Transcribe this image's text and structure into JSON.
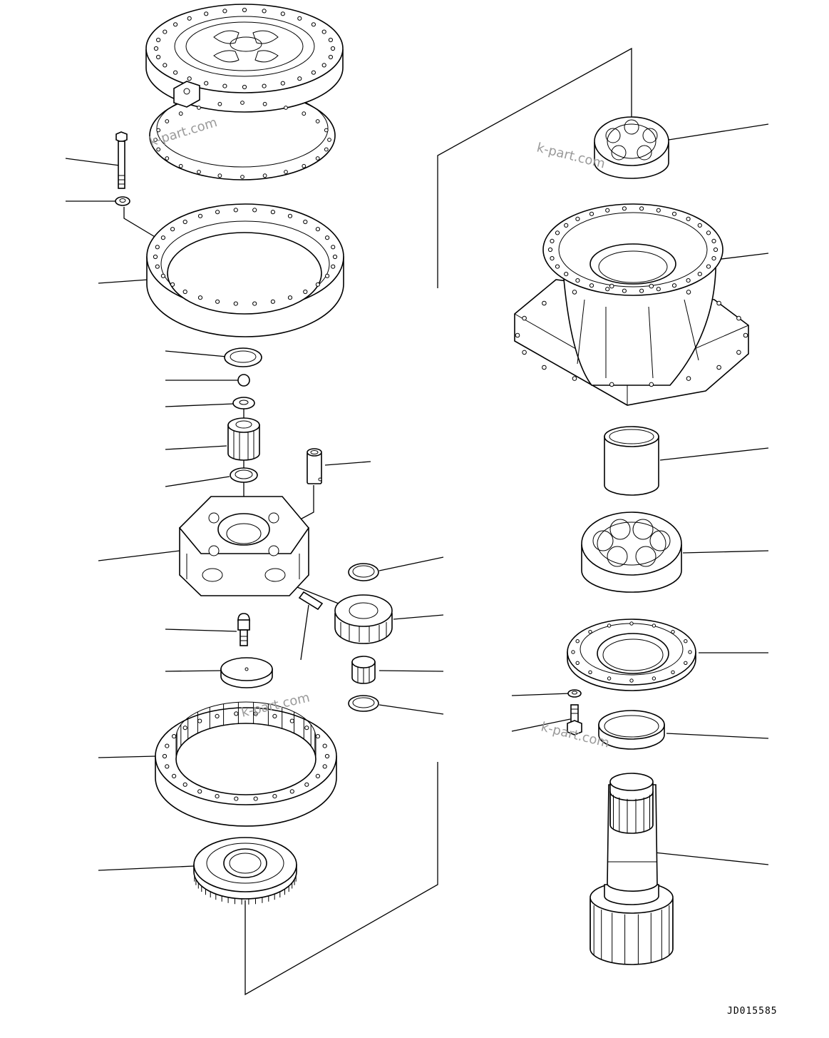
{
  "diagram": {
    "code": "JD015585",
    "watermarks": [
      "k-part.com",
      "k-part.com",
      "k-part.com",
      "k-part.com"
    ]
  }
}
